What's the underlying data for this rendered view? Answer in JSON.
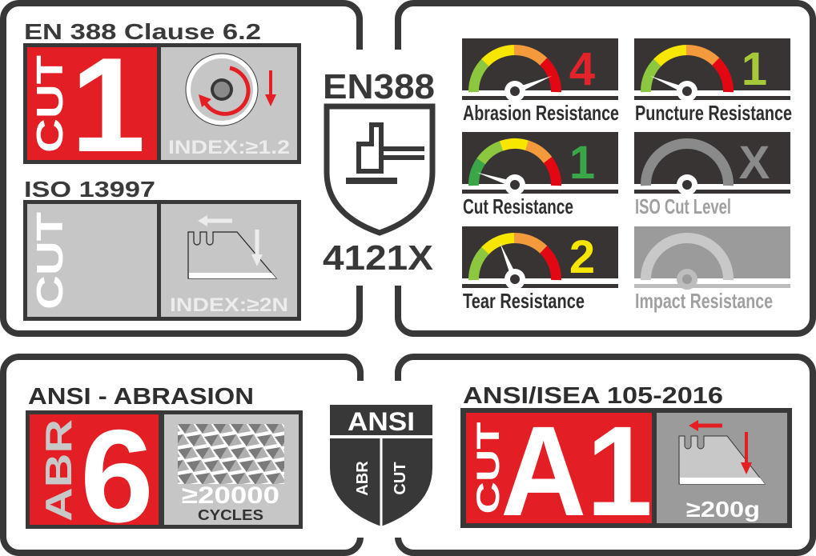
{
  "colors": {
    "dark": "#383838",
    "red": "#e31e24",
    "grey": "#c6c6c6",
    "mid_grey": "#9b9b9b"
  },
  "en388_clause": {
    "title": "EN 388 Clause 6.2",
    "cut_label": "CUT",
    "level": "1",
    "index": "INDEX:≥1.2",
    "icon": "coup-test-rotating-blade-icon"
  },
  "iso13997": {
    "title": "ISO 13997",
    "cut_label": "CUT",
    "index": "INDEX:≥2N",
    "icon": "blade-icon"
  },
  "en388_badge": {
    "title": "EN388",
    "code": "4121X",
    "icon": "glove-hammer-shield-icon"
  },
  "gauges": [
    {
      "label": "Abrasion Resistance",
      "value": "4",
      "level": 4,
      "max": 4,
      "value_color": "#e3232a",
      "segments": [
        "#8dc63f",
        "#f7e700",
        "#f39a3c",
        "#e30613"
      ],
      "theme": "active"
    },
    {
      "label": "Puncture Resistance",
      "value": "1",
      "level": 1,
      "max": 4,
      "value_color": "#a6c93a",
      "segments": [
        "#8dc63f",
        "#f7e700",
        "#f39a3c",
        "#e30613"
      ],
      "theme": "active"
    },
    {
      "label": "Cut Resistance",
      "value": "1",
      "level": 1,
      "max": 5,
      "value_color": "#3aa648",
      "segments": [
        "#3aa648",
        "#8dc63f",
        "#f7e700",
        "#f39a3c",
        "#e30613"
      ],
      "theme": "active"
    },
    {
      "label": "ISO Cut Level",
      "value": "X",
      "level": null,
      "max": 6,
      "value_color": "#8a8a8a",
      "segments": [
        "#8a8a8a",
        "#8a8a8a",
        "#8a8a8a",
        "#8a8a8a",
        "#8a8a8a",
        "#8a8a8a"
      ],
      "theme": "untested"
    },
    {
      "label": "Tear Resistance",
      "value": "2",
      "level": 2,
      "max": 4,
      "value_color": "#f7e700",
      "segments": [
        "#8dc63f",
        "#f7e700",
        "#f39a3c",
        "#e30613"
      ],
      "theme": "active"
    },
    {
      "label": "Impact Resistance",
      "value": "",
      "level": null,
      "max": 3,
      "value_color": "#c8c8c8",
      "segments": [
        "#c8c8c8",
        "#c8c8c8",
        "#c8c8c8"
      ],
      "theme": "disabled"
    }
  ],
  "ansi_abrasion": {
    "title": "ANSI - ABRASION",
    "abr_label": "ABR",
    "level": "6",
    "cycles_value": "≥20000",
    "cycles_label": "CYCLES"
  },
  "ansi_badge": {
    "title": "ANSI",
    "left": "ABR",
    "right": "CUT"
  },
  "ansi_cut": {
    "title": "ANSI/ISEA 105-2016",
    "cut_label": "CUT",
    "level": "A1",
    "load": "≥200g"
  }
}
